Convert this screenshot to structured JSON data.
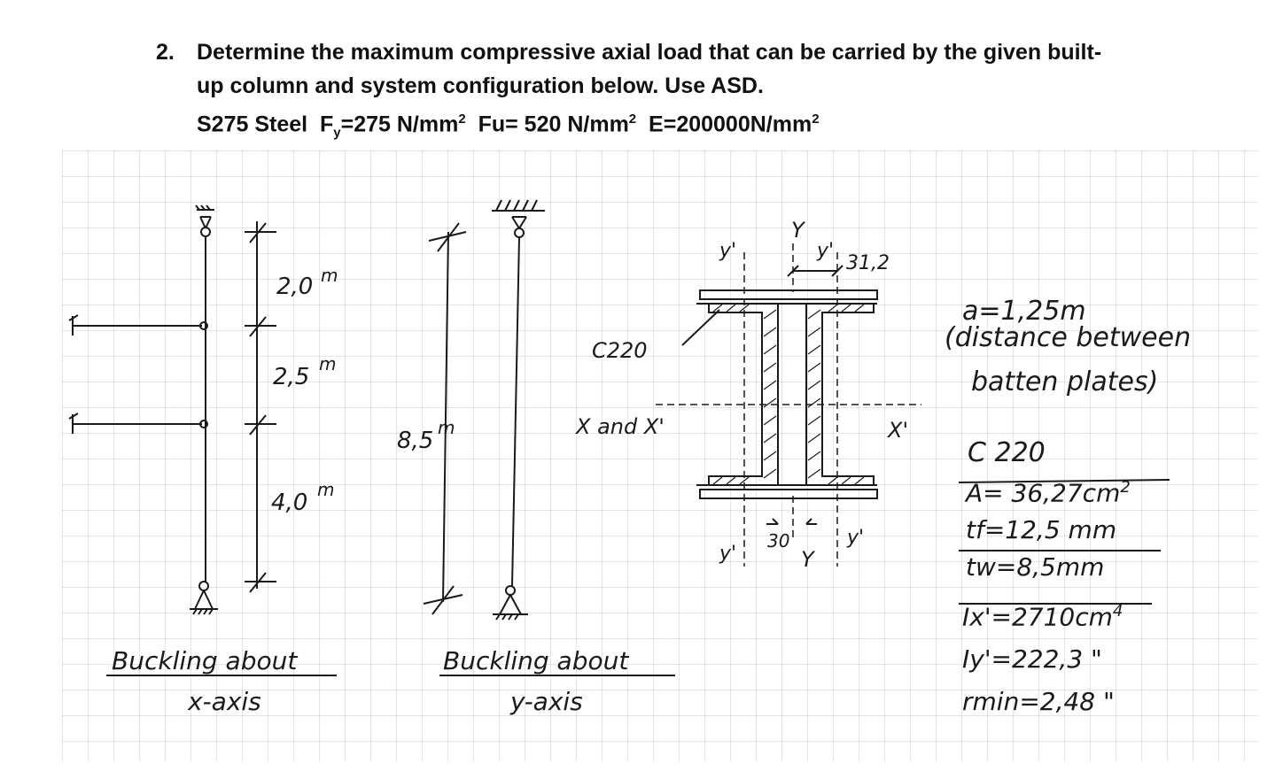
{
  "problem": {
    "number": "2.",
    "line1": "Determine the maximum compressive axial load that can be carried by the given built-",
    "line2": "up column and system configuration below. Use ASD.",
    "steel": "S275 Steel",
    "fy_prefix": "F",
    "fy_sub": "y",
    "fy_value": "=275 N/mm",
    "fy_exp": "2",
    "fu_value": "Fu= 520 N/mm",
    "fu_exp": "2",
    "e_value": "E=200000N/mm",
    "e_exp": "2"
  },
  "sketch_x": {
    "seg1": "2,0",
    "seg1_unit": "m",
    "seg2": "2,5",
    "seg2_unit": "m",
    "seg3": "4,0",
    "seg3_unit": "m",
    "caption1": "Buckling about",
    "caption2": "x-axis"
  },
  "sketch_y": {
    "length": "8,5",
    "length_unit": "m",
    "caption1": "Buckling about",
    "caption2": "y-axis"
  },
  "section": {
    "channel_label": "C220",
    "axis_label": "X and X'",
    "y_top": "Y",
    "y_prime_top": "y'",
    "y_prime_left_top": "y'",
    "dim_top": "31,2",
    "x_prime_right": "X'",
    "y_prime_bottom_left": "y'",
    "dim_bottom": "30",
    "y_bottom": "Y",
    "y_prime_bottom_right": "y'"
  },
  "notes": {
    "a": "a=1,25m",
    "desc1": "(distance between",
    "desc2": "batten plates)",
    "profile": "C 220",
    "area": "A= 36,27cm",
    "area_exp": "2",
    "tf": "tf=12,5 mm",
    "tw": "tw=8,5mm",
    "ix": "Ix'=2710cm",
    "ix_exp": "4",
    "iy": "Iy'=222,3 \"",
    "rmin": "rmin=2,48 \""
  }
}
